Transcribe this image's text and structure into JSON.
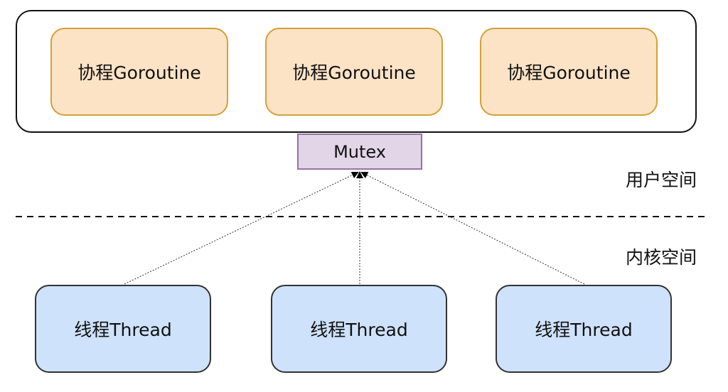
{
  "user_space": {
    "goroutines": [
      "协程Goroutine",
      "协程Goroutine",
      "协程Goroutine"
    ],
    "mutex_label": "Mutex",
    "label": "用户空间"
  },
  "kernel_space": {
    "threads": [
      "线程Thread",
      "线程Thread",
      "线程Thread"
    ],
    "label": "内核空间"
  },
  "colors": {
    "goroutine_fill": "#fde3c6",
    "goroutine_stroke": "#d4a037",
    "mutex_fill": "#e1d5e7",
    "mutex_stroke": "#9673a6",
    "thread_fill": "#cfe2fb",
    "thread_stroke": "#333333"
  }
}
